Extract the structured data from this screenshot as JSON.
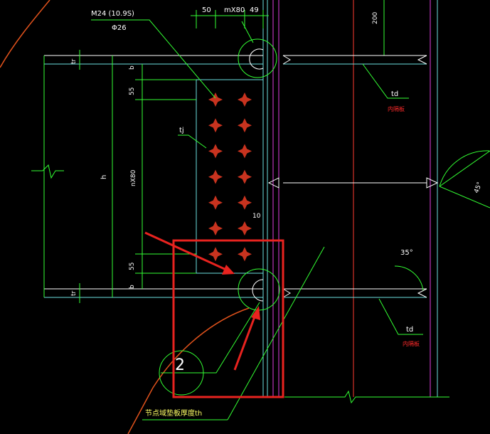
{
  "bolt_label": "M24 (10.9S)",
  "hole_label": "Φ26",
  "dims": {
    "top_50": "50",
    "top_mx80": "mX80",
    "top_49": "49",
    "right_200": "200",
    "b_top": "b",
    "b_bottom": "b",
    "tr_top": "tr",
    "tr_bottom": "tr",
    "d55_top": "55",
    "d55_bottom": "55",
    "h": "h",
    "nx80": "nX80",
    "ten": "10"
  },
  "labels": {
    "tj": "tj",
    "td_top": "td",
    "td_bottom": "td",
    "td_top_note": "内隔板",
    "td_bottom_note": "内隔板",
    "angle_45": "45°",
    "angle_35": "35°",
    "node_number": "2",
    "bottom_note": "节点域垫板厚度th"
  },
  "colors": {
    "line_white": "#ffffff",
    "line_cyan": "#6de0e0",
    "line_green": "#33ff33",
    "line_magenta": "#e040e0",
    "line_red": "#ff3b2f",
    "bolt_red": "#c8331f",
    "highlight_red": "#e8231f",
    "leader_orange": "#e0521c"
  }
}
